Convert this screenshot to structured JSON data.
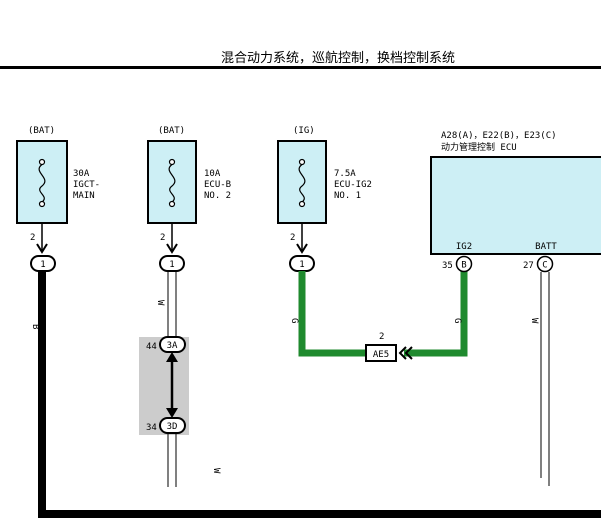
{
  "header": {
    "title": "混合动力系统，巡航控制，换档控制系统"
  },
  "fuses": [
    {
      "source": "(BAT)",
      "rating": "30A",
      "name_line1": "IGCT-",
      "name_line2": "MAIN",
      "pin": "2",
      "connector": "1",
      "wire_color": "B"
    },
    {
      "source": "(BAT)",
      "rating": "10A",
      "name_line1": "ECU-B",
      "name_line2": "NO. 2",
      "pin": "2",
      "connector": "1",
      "wire_color": "W"
    },
    {
      "source": "(IG)",
      "rating": "7.5A",
      "name_line1": "ECU-IG2",
      "name_line2": "NO. 1",
      "pin": "2",
      "connector": "1",
      "wire_color": "G"
    }
  ],
  "ecu": {
    "connectors": "A28(A)，E22(B)，E23(C)",
    "name": "动力管理控制 ECU",
    "terminal_ig2": "IG2",
    "terminal_batt": "BATT",
    "pin_ig2_num": "35",
    "pin_ig2_conn": "B",
    "pin_batt_num": "27",
    "pin_batt_conn": "C",
    "ig2_wire_color": "G",
    "batt_wire_color": "W"
  },
  "junction": {
    "pin_top": "44",
    "conn_top": "3A",
    "pin_bottom": "34",
    "conn_bottom": "3D",
    "lower_wire_color": "W"
  },
  "splice": {
    "pin": "2",
    "name": "AE5"
  },
  "colors": {
    "green_wire": "#1f8a2e",
    "ecu_fill": "#cdeff5",
    "fuse_fill": "#cdeff5",
    "junction_fill": "#cccccc",
    "black_wire": "#000000"
  }
}
